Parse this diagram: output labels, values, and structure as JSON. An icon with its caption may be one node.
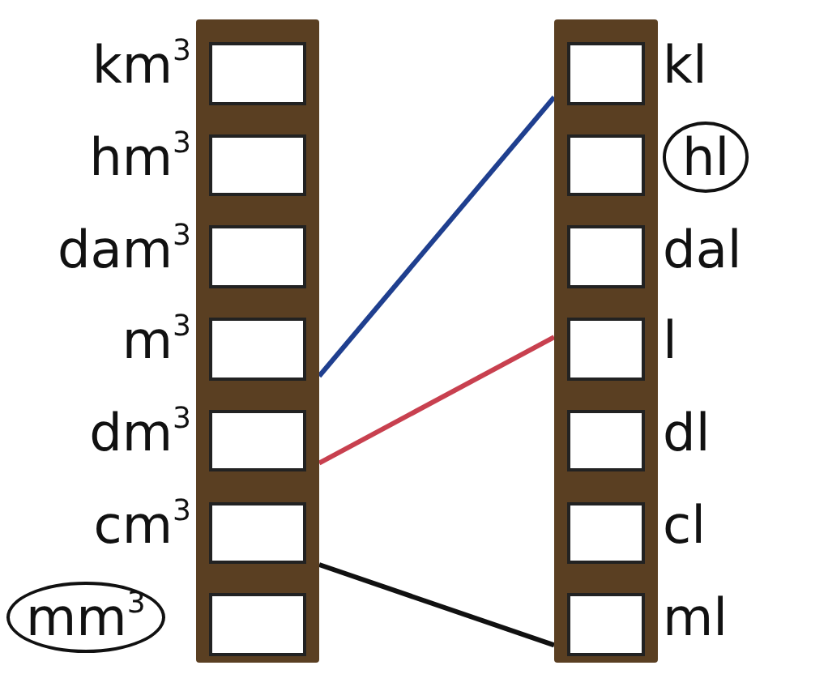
{
  "diagram": {
    "nodes": [
      {
        "text": [],
        "shape": "bar"
      },
      {
        "text": [],
        "shape": "box",
        "in": 0,
        "beside": [
          "km$^{3}$"
        ]
      },
      {
        "text": [],
        "shape": "box",
        "in": 0,
        "beside": [
          "hm$^{3}$"
        ]
      },
      {
        "text": [],
        "shape": "box",
        "in": 0,
        "beside": [
          "dam$^{3}$"
        ]
      },
      {
        "text": [],
        "shape": "box",
        "in": 0,
        "beside": [
          "m$^{3}$"
        ]
      },
      {
        "text": [],
        "shape": "box",
        "in": 0,
        "beside": [
          "dm$^{3}$"
        ]
      },
      {
        "text": [],
        "shape": "box",
        "in": 0,
        "beside": [
          "cm$^{3}$"
        ]
      },
      {
        "text": [],
        "shape": "box",
        "in": 0
      },
      {
        "text": [],
        "shape": "bar"
      },
      {
        "text": [],
        "shape": "box",
        "in": 8,
        "beside": [
          "kl"
        ]
      },
      {
        "text": [],
        "shape": "box",
        "in": 8
      },
      {
        "text": [],
        "shape": "box",
        "in": 8,
        "beside": [
          "dal"
        ]
      },
      {
        "text": [],
        "shape": "box",
        "in": 8,
        "beside": [
          "l"
        ]
      },
      {
        "text": [],
        "shape": "box",
        "in": 8,
        "beside": [
          "dl"
        ]
      },
      {
        "text": [],
        "shape": "box",
        "in": 8,
        "beside": [
          "cl"
        ]
      },
      {
        "text": [],
        "shape": "box",
        "in": 8,
        "beside": [
          "ml"
        ]
      },
      {
        "text": [
          "mm$^{3}$"
        ]
      },
      {
        "text": [
          "hl"
        ]
      }
    ],
    "edges": [
      {
        "from": 4,
        "to": 9,
        "arrow": "none",
        "color": "#1f3f8f"
      },
      {
        "from": 5,
        "to": 12,
        "arrow": "none",
        "color": "#c8404f"
      },
      {
        "from": 6,
        "to": 15,
        "arrow": "none",
        "color": "#111111"
      }
    ]
  }
}
